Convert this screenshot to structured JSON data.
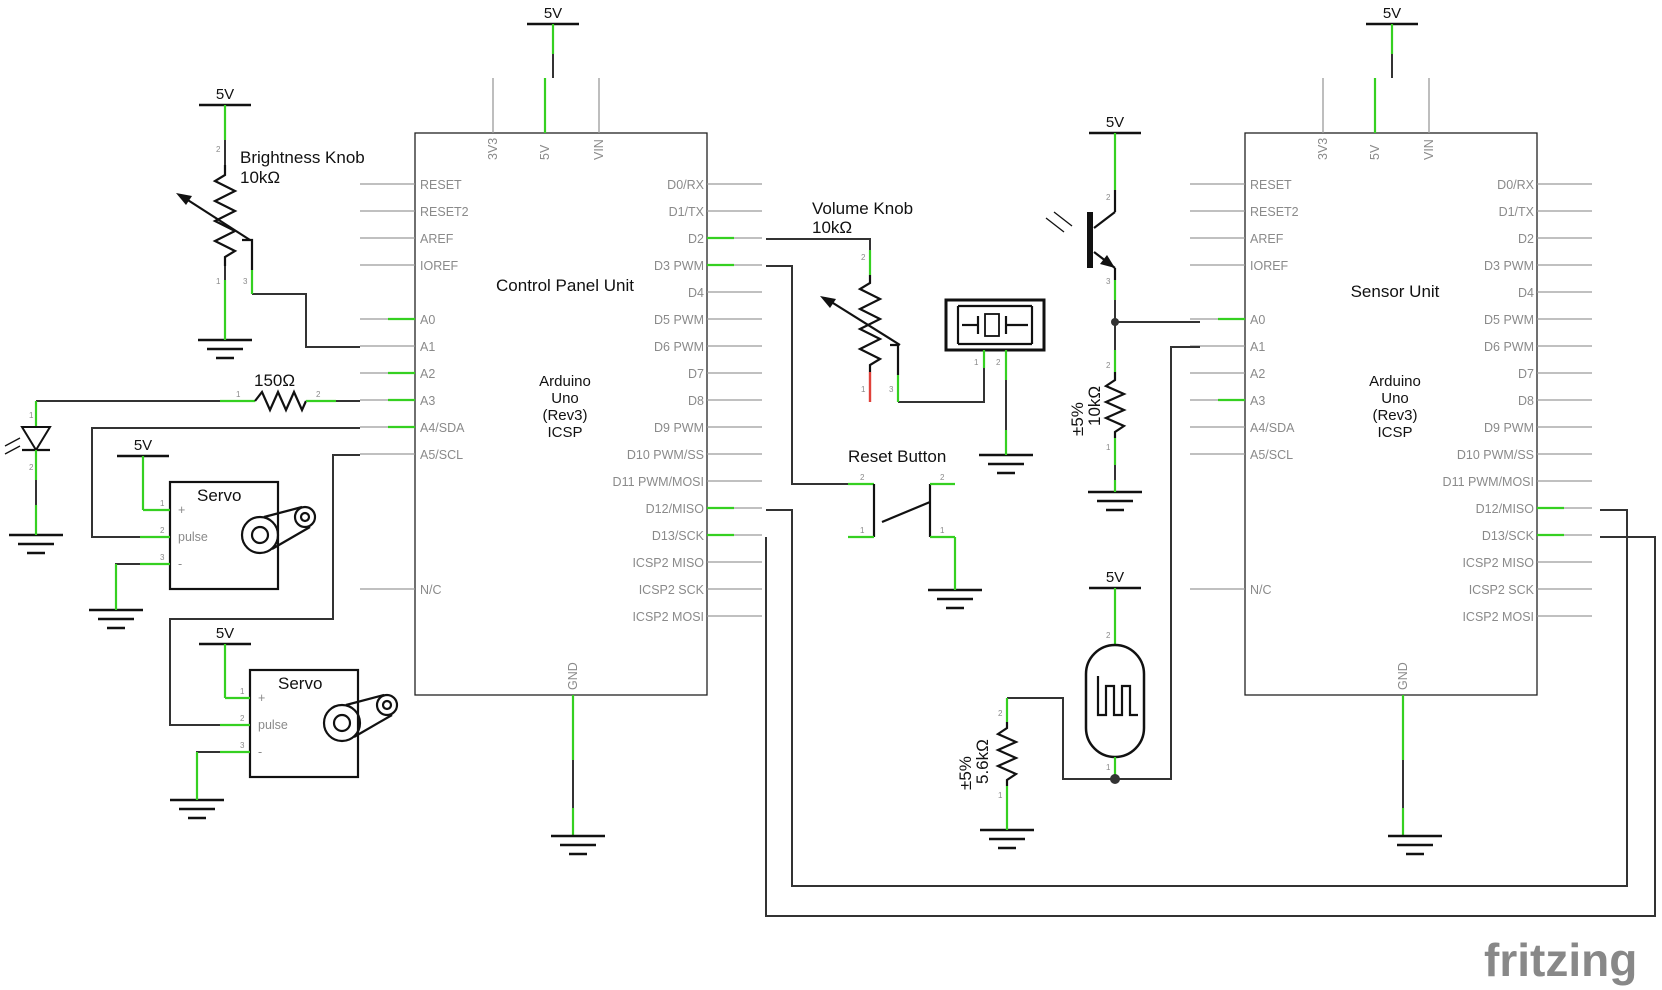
{
  "arduino_pins": {
    "left": [
      "RESET",
      "RESET2",
      "AREF",
      "IOREF",
      "A0",
      "A1",
      "A2",
      "A3",
      "A4/SDA",
      "A5/SCL",
      "N/C"
    ],
    "right": [
      "D0/RX",
      "D1/TX",
      "D2",
      "D3 PWM",
      "D4",
      "D5 PWM",
      "D6 PWM",
      "D7",
      "D8",
      "D9 PWM",
      "D10 PWM/SS",
      "D11 PWM/MOSI",
      "D12/MISO",
      "D13/SCK",
      "ICSP2 MISO",
      "ICSP2 SCK",
      "ICSP2 MOSI"
    ],
    "top": [
      "3V3",
      "5V",
      "VIN"
    ],
    "bottom": "GND",
    "model_lines": [
      "Arduino",
      "Uno",
      "(Rev3)",
      "ICSP"
    ]
  },
  "boards": [
    {
      "name": "Control Panel Unit"
    },
    {
      "name": "Sensor Unit"
    }
  ],
  "power_label": "5V",
  "components": {
    "brightness_knob": {
      "name": "Brightness Knob",
      "value": "10kΩ"
    },
    "volume_knob": {
      "name": "Volume Knob",
      "value": "10kΩ"
    },
    "led_resistor": {
      "value": "150Ω"
    },
    "servo_label": "Servo",
    "servo_pins": {
      "plus": "+",
      "pulse": "pulse",
      "minus": "-"
    },
    "reset_button": {
      "name": "Reset Button"
    },
    "phototransistor_resistor": {
      "tolerance": "±5%",
      "value": "10kΩ"
    },
    "ldr_resistor": {
      "tolerance": "±5%",
      "value": "5.6kΩ"
    }
  },
  "pin_numbers": [
    "1",
    "2",
    "3"
  ],
  "brand": "fritzing",
  "colors": {
    "wire": "#333333",
    "connected_pin": "#35d021",
    "unconnected_pin": "#e0413a",
    "pin_line": "#9a9a9a",
    "brand": "#888888"
  }
}
